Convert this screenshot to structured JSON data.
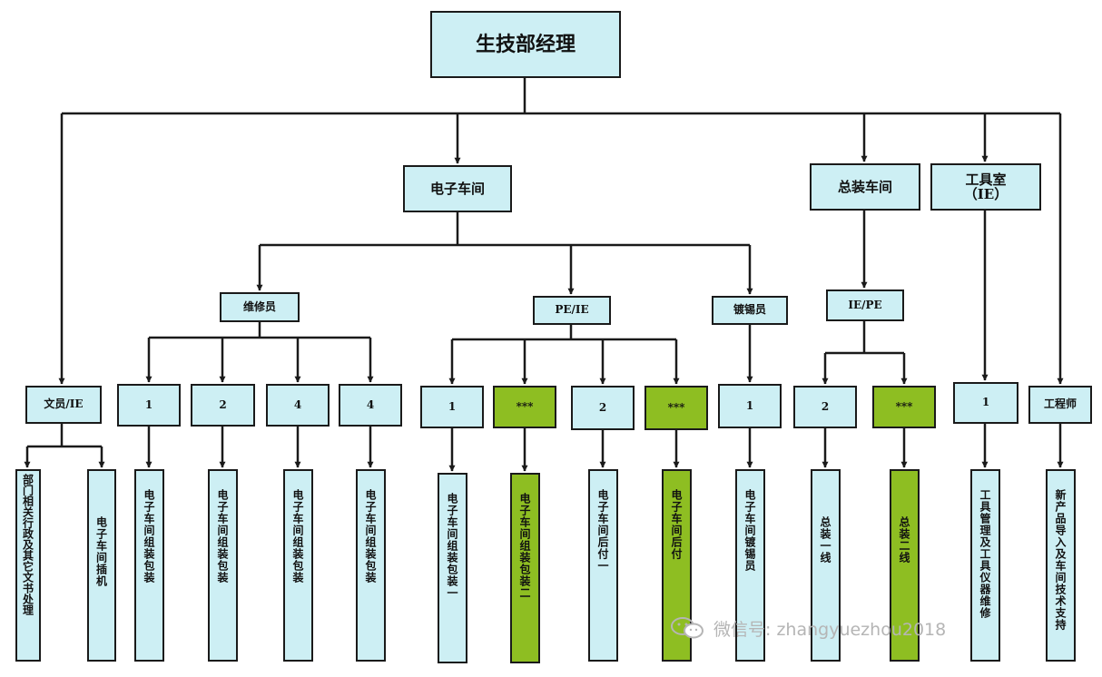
{
  "top": {
    "label": "生技部经理"
  },
  "level2": {
    "electronics": "电子车间",
    "assembly": "总装车间",
    "tooling": "工具室\n（IE）"
  },
  "level3": {
    "repair": "维修员",
    "pe_ie": "PE/IE",
    "tin": "镀锡员",
    "ie_pe": "IE/PE"
  },
  "level4": {
    "clerk": "文员/IE",
    "r1": "1",
    "r2": "2",
    "r3": "4",
    "r4": "4",
    "p1": "1",
    "p2": "***",
    "p3": "2",
    "p4": "***",
    "t1": "1",
    "a1": "2",
    "a2": "***",
    "k1": "1",
    "engineer": "工程师"
  },
  "level5": {
    "c1": "部门相关行政及其它文书处理",
    "c2": "电子车间插机",
    "r1": "电子车间组装包装",
    "r2": "电子车间组装包装",
    "r3": "电子车间组装包装",
    "r4": "电子车间组装包装",
    "p1": "电子车间组装包装一",
    "p2": "电子车间组装包装二",
    "p3": "电子车间后付一",
    "p4": "电子车间后付",
    "t1": "电子车间镀锡员",
    "a1": "总装一线",
    "a2": "总装二线",
    "k1": "工具管理及工具仪器维修",
    "e1": "新产品导入及车间技术支持"
  },
  "watermark": {
    "text": "微信号: zhangyuezhou2018",
    "icon": "wechat-icon"
  },
  "colors": {
    "box": "#cdeff4",
    "highlight": "#8ebe22",
    "line": "#1a1a1a"
  }
}
